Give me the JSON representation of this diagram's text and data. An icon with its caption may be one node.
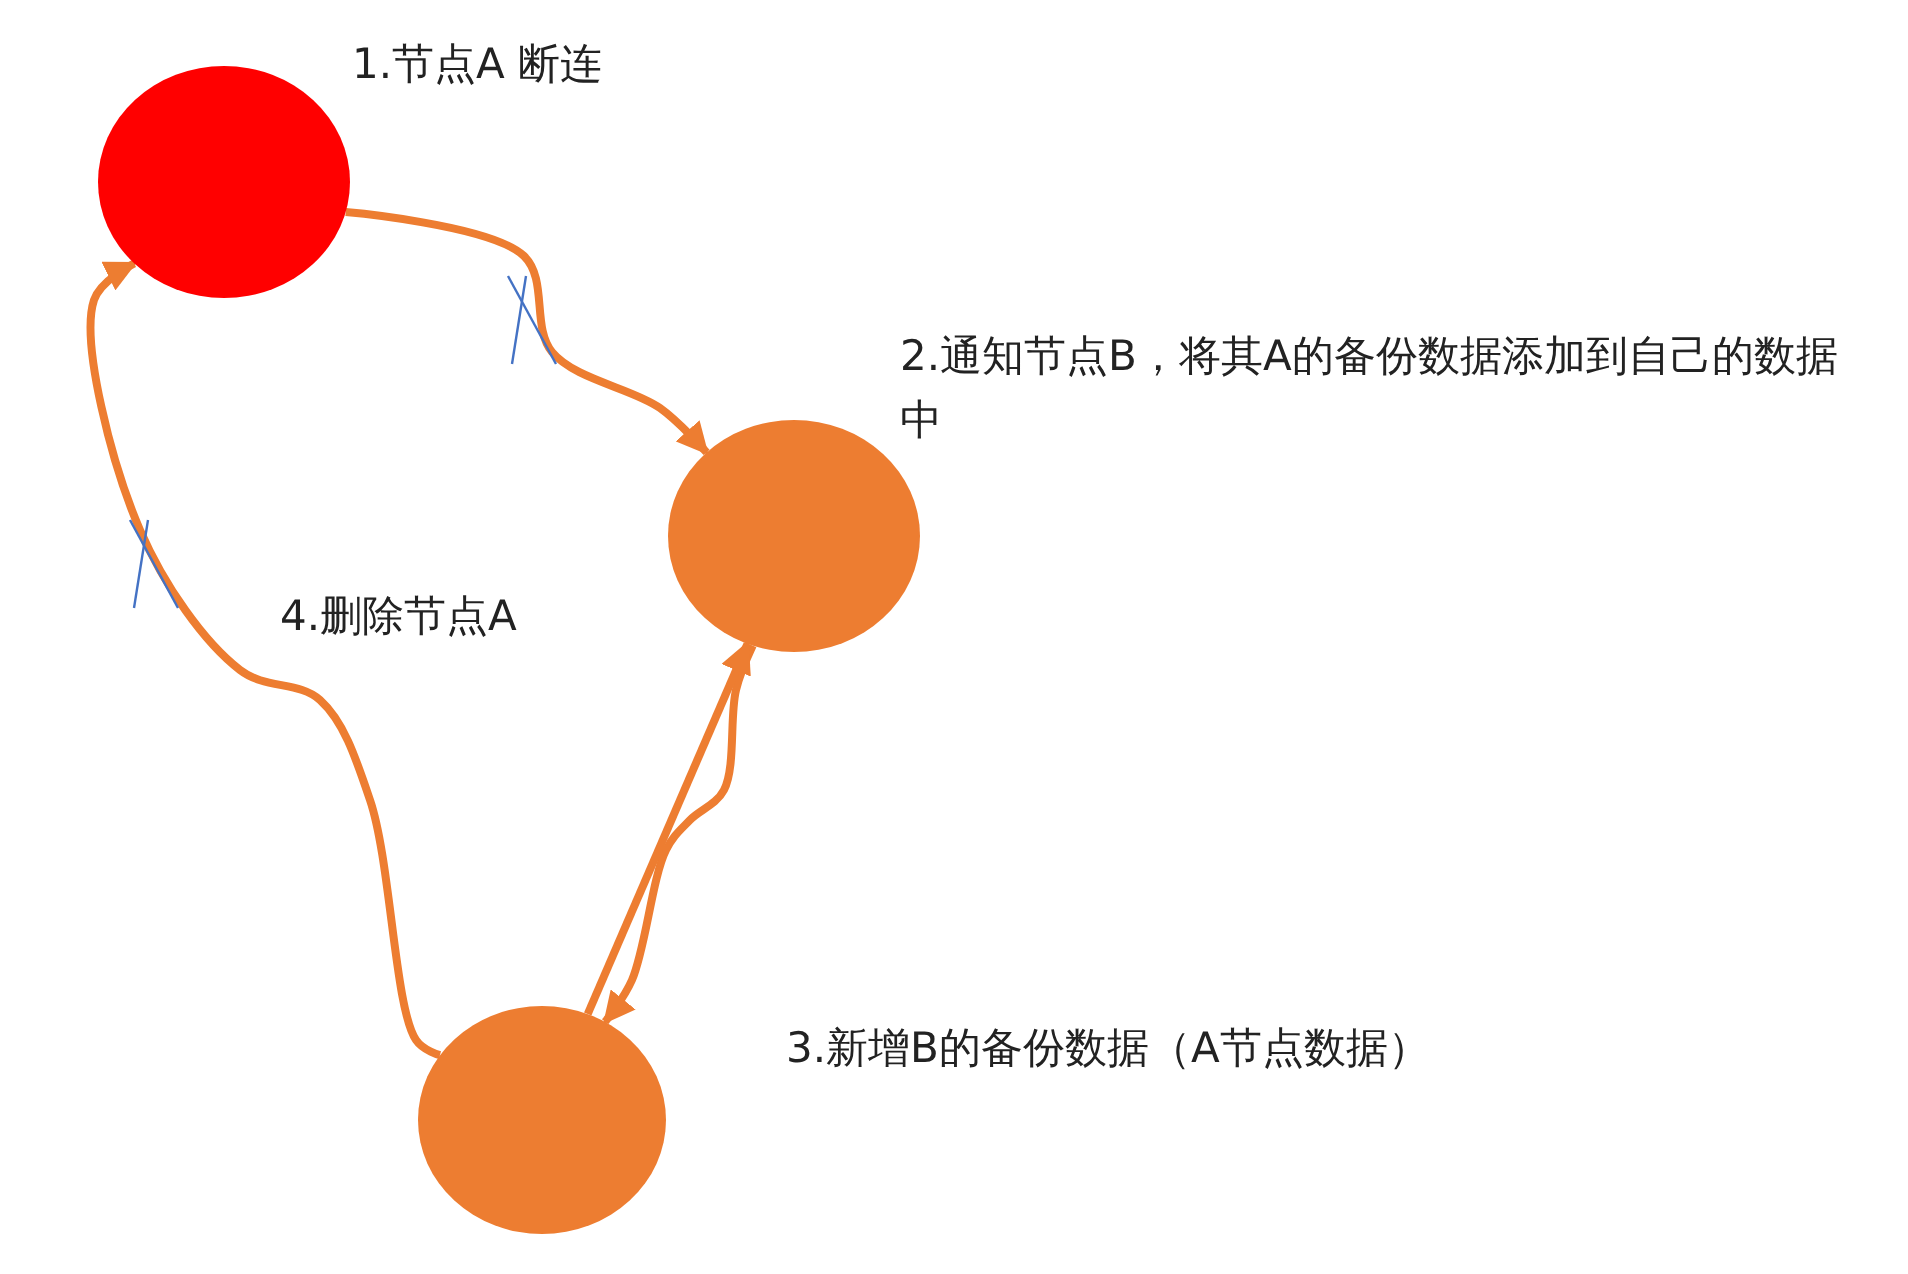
{
  "diagram": {
    "nodes": [
      {
        "text": [],
        "shape": "circle",
        "beside": [
          "1.节点A 断连"
        ]
      },
      {
        "text": [],
        "shape": "circle",
        "beside": [
          "2.通知节点B，将其A的备份数据添加到自己的数据中"
        ]
      },
      {
        "text": [],
        "shape": "circle",
        "beside": [
          "3.新增B的备份数据（A节点数据）"
        ]
      }
    ],
    "edges": [
      {
        "from": 0,
        "to": 1,
        "arrow": "to"
      },
      {
        "from": 1,
        "to": 2,
        "arrow": "to"
      },
      {
        "from": 2,
        "to": 1,
        "arrow": "to"
      },
      {
        "from": 2,
        "to": 0,
        "arrow": "to"
      }
    ],
    "labels": [
      "4.删除节点A"
    ]
  }
}
